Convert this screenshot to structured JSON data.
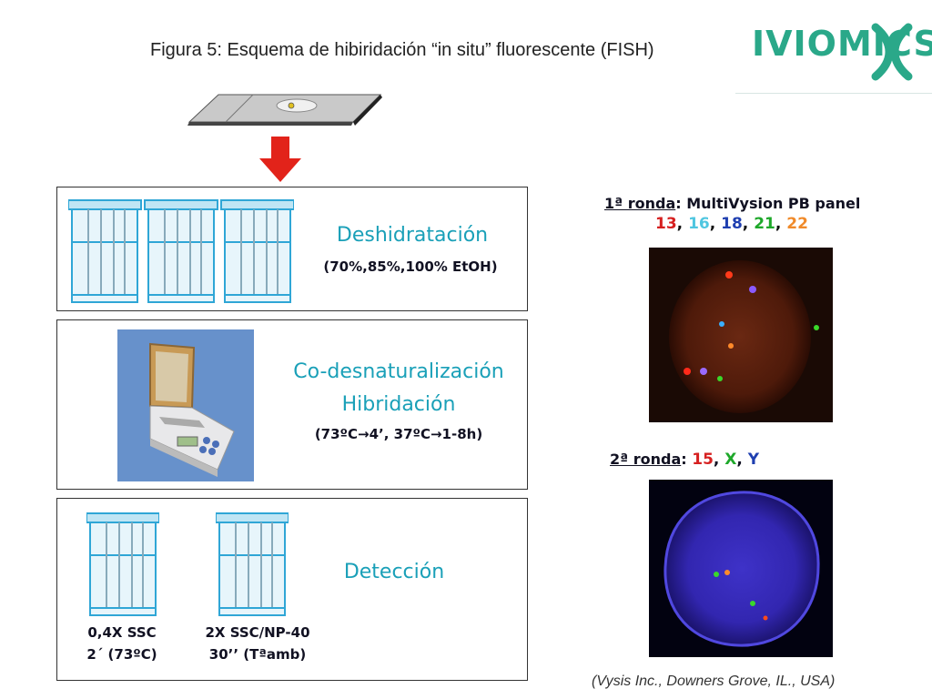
{
  "header": {
    "title": "Figura 5: Esquema de hibiridación “in situ” fluorescente (FISH)",
    "logo_text": "IVIOMICS",
    "logo_color": "#2aa889"
  },
  "steps": [
    {
      "label": "Deshidratación",
      "detail": "(70%,85%,100% EtOH)"
    },
    {
      "label_line1": "Co-desnaturalización",
      "label_line2": "Hibridación",
      "detail": "(73ºC→4’, 37ºC→1-8h)"
    },
    {
      "label": "Detección",
      "washes": [
        {
          "line1": "0,4X SSC",
          "line2": "2´ (73ºC)"
        },
        {
          "line1": "2X SSC/NP-40",
          "line2": "30’’ (Tªamb)"
        }
      ]
    }
  ],
  "rounds": [
    {
      "label": "1ª ronda",
      "panel": ": MultiVysion PB panel",
      "probes": [
        {
          "text": "13",
          "color": "#d62020"
        },
        {
          "text": "16",
          "color": "#4fc6e0"
        },
        {
          "text": "18",
          "color": "#1f3fb0"
        },
        {
          "text": "21",
          "color": "#1ea82a"
        },
        {
          "text": "22",
          "color": "#f08a2a"
        }
      ]
    },
    {
      "label": "2ª ronda",
      "panel": ":",
      "probes": [
        {
          "text": "15",
          "color": "#d62020"
        },
        {
          "text": "X",
          "color": "#1ea82a"
        },
        {
          "text": "Y",
          "color": "#1f3fb0"
        }
      ]
    }
  ],
  "credit": "(Vysis Inc., Downers Grove, IL., USA)",
  "colors": {
    "arrow": "#e2231a",
    "label": "#1aa0b8",
    "jar": "#2fa6d6"
  }
}
